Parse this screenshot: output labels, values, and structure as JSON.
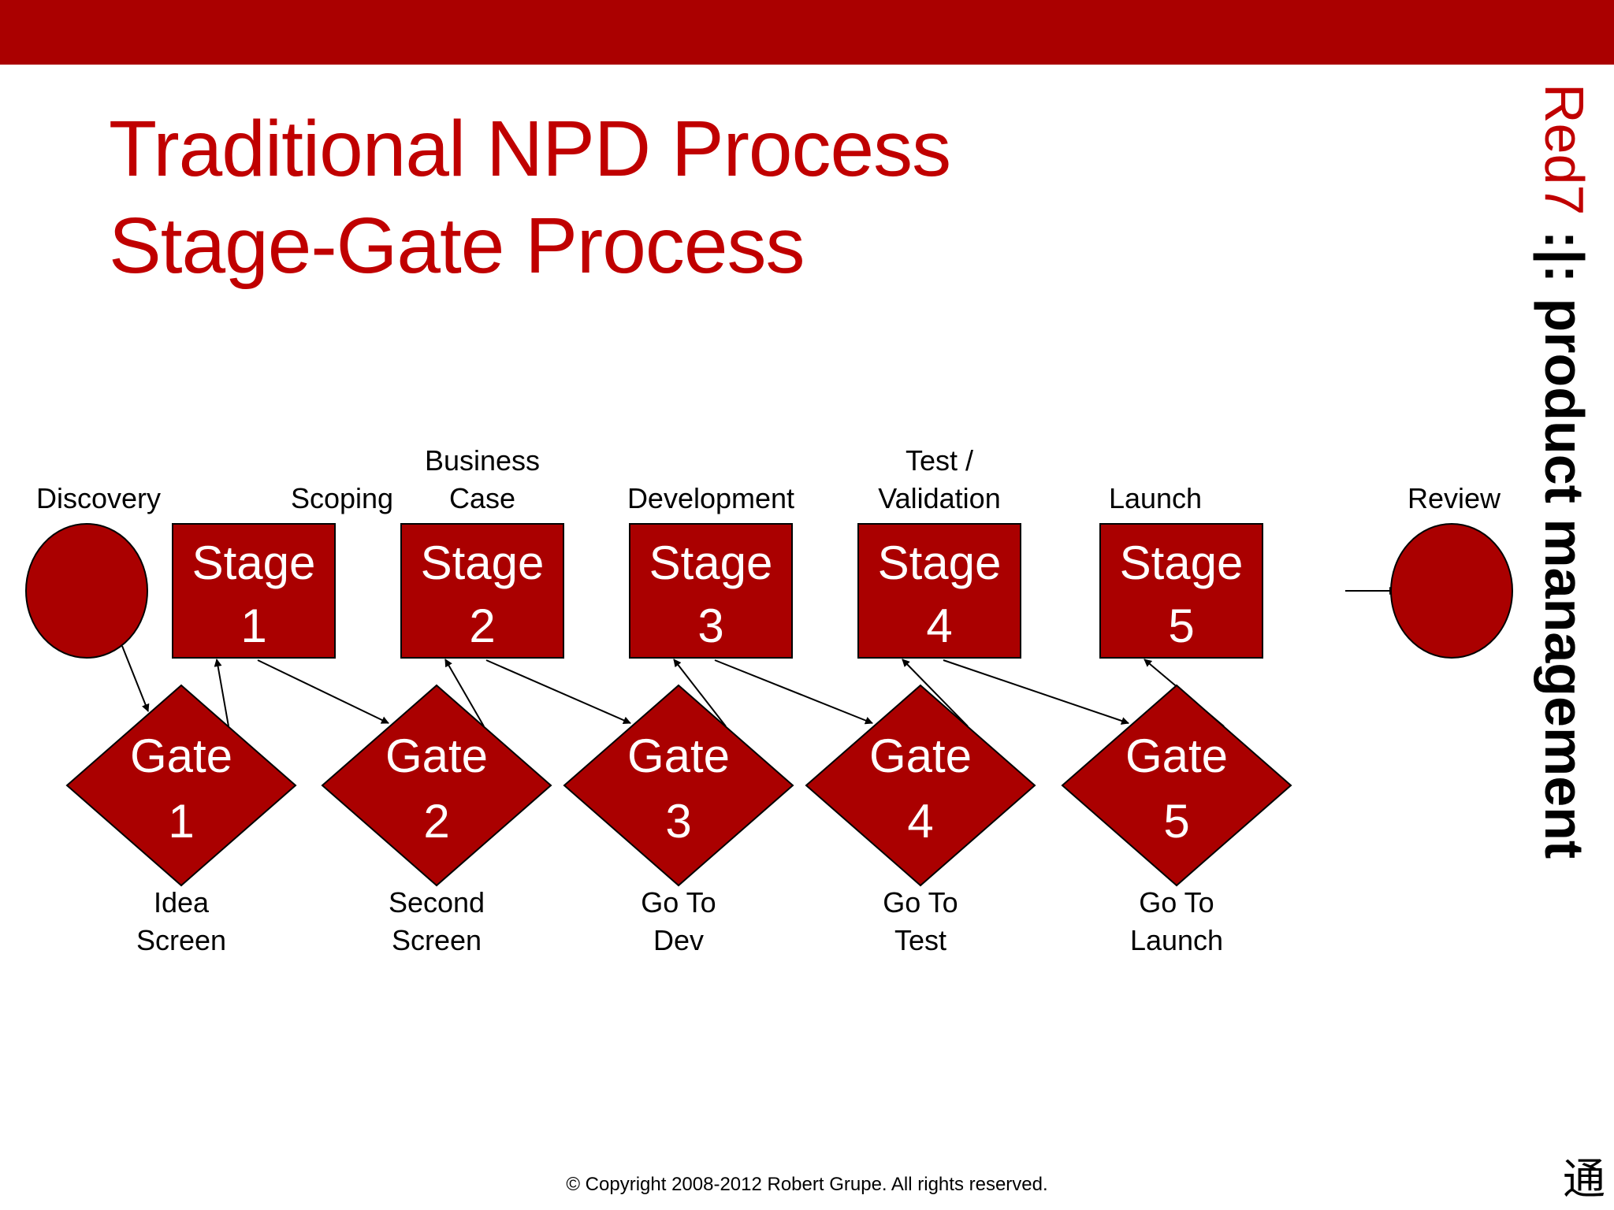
{
  "colors": {
    "brand_red": "#c00000",
    "shape_fill": "#aa0000",
    "shape_border": "#000000",
    "shape_text": "#ffffff"
  },
  "title": {
    "line1": "Traditional NPD Process",
    "line2": "Stage-Gate Process"
  },
  "brand": {
    "red_part": "Red7",
    "rest": " :|: product management"
  },
  "diagram": {
    "start_node": {
      "label": "Discovery",
      "shape": "circle"
    },
    "end_node": {
      "label": "Review",
      "shape": "circle"
    },
    "stages": [
      {
        "word": "Stage",
        "number": "1",
        "label_lines": [
          "Scoping"
        ]
      },
      {
        "word": "Stage",
        "number": "2",
        "label_lines": [
          "Business",
          "Case"
        ]
      },
      {
        "word": "Stage",
        "number": "3",
        "label_lines": [
          "Development"
        ]
      },
      {
        "word": "Stage",
        "number": "4",
        "label_lines": [
          "Test /",
          "Validation"
        ]
      },
      {
        "word": "Stage",
        "number": "5",
        "label_lines": [
          "Launch"
        ]
      }
    ],
    "gates": [
      {
        "word": "Gate",
        "number": "1",
        "label_lines": [
          "Idea",
          "Screen"
        ]
      },
      {
        "word": "Gate",
        "number": "2",
        "label_lines": [
          "Second",
          "Screen"
        ]
      },
      {
        "word": "Gate",
        "number": "3",
        "label_lines": [
          "Go To",
          "Dev"
        ]
      },
      {
        "word": "Gate",
        "number": "4",
        "label_lines": [
          "Go To",
          "Test"
        ]
      },
      {
        "word": "Gate",
        "number": "5",
        "label_lines": [
          "Go To",
          "Launch"
        ]
      }
    ]
  },
  "footer": {
    "copyright": "© Copyright 2008-2012 Robert Grupe.  All rights reserved.",
    "seal_glyph": "通"
  }
}
